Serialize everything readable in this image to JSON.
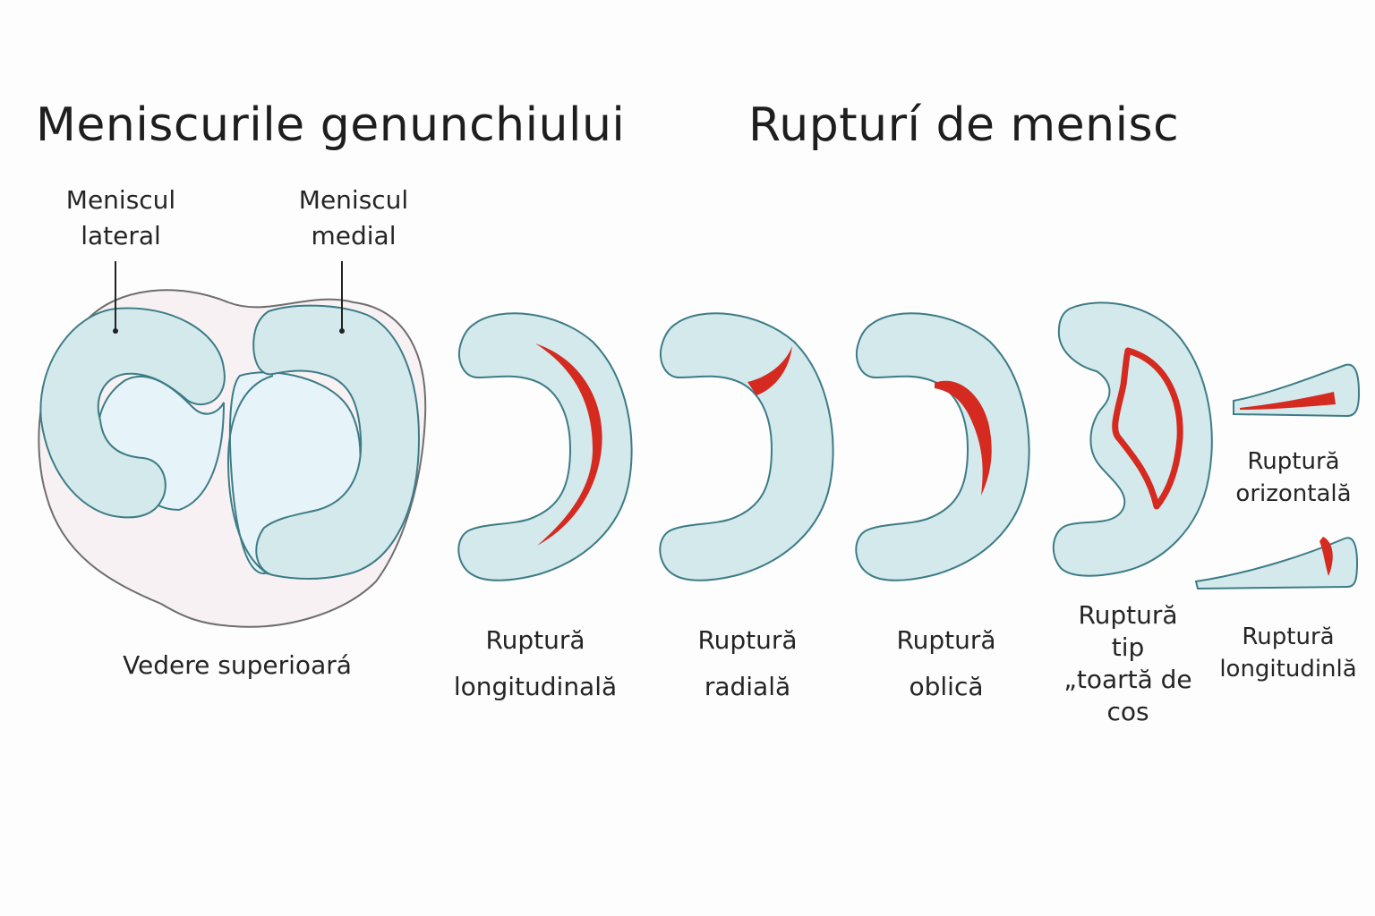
{
  "titles": {
    "left": "Meniscurile genunchiului",
    "right": "Rupturí de menisc"
  },
  "anatomy": {
    "lateral": [
      "Meniscul",
      "lateral"
    ],
    "medial": [
      "Meniscul",
      "medial"
    ],
    "view": "Vedere superioará"
  },
  "tears": [
    {
      "lines": [
        "Ruptură",
        "longitudinală"
      ]
    },
    {
      "lines": [
        "Ruptură",
        "radială"
      ]
    },
    {
      "lines": [
        "Ruptură",
        "oblică"
      ]
    },
    {
      "lines": [
        "Ruptură",
        "tip",
        "„toartă de",
        "cos"
      ]
    },
    {
      "lines": [
        "Ruptură",
        "orizontală"
      ]
    },
    {
      "lines": [
        "Ruptură",
        "longitudinlă"
      ]
    }
  ],
  "colors": {
    "meniscus_fill": "#d3e9ec",
    "meniscus_stroke": "#3d7c86",
    "tibia_fill": "#f8f1f3",
    "tibia_stroke": "#6e6e6e",
    "inner_fill": "#e6f3f9",
    "tear": "#d42a20"
  }
}
